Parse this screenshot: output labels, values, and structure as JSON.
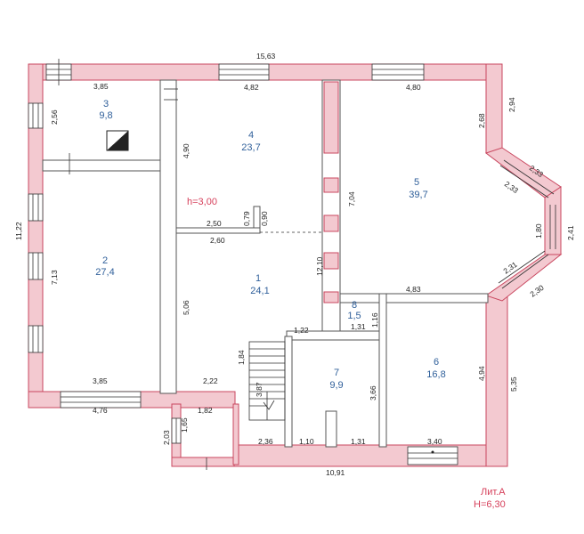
{
  "overall": {
    "width_top": "15,63",
    "width_bottom": "10,91",
    "height_left": "11,22",
    "height_inner": "12,10",
    "ceiling_note": "h=3,00"
  },
  "rooms": [
    {
      "id": "r1",
      "number": "1",
      "area": "24,1"
    },
    {
      "id": "r2",
      "number": "2",
      "area": "27,4"
    },
    {
      "id": "r3",
      "number": "3",
      "area": "9,8"
    },
    {
      "id": "r4",
      "number": "4",
      "area": "23,7"
    },
    {
      "id": "r5",
      "number": "5",
      "area": "39,7"
    },
    {
      "id": "r6",
      "number": "6",
      "area": "16,8"
    },
    {
      "id": "r7",
      "number": "7",
      "area": "9,9"
    },
    {
      "id": "r8",
      "number": "8",
      "area": "1,5"
    }
  ],
  "dimensions": {
    "d3_top": "3,85",
    "d3_side": "2,56",
    "d4_top": "4,82",
    "d4_side": "4,90",
    "d5_top": "4,80",
    "d5_side": "7,04",
    "d5_right": "2,68",
    "d5_outer": "2,94",
    "bay_a": "2,33",
    "bay_b": "2,33",
    "bay_mid": "1,80",
    "bay_outer": "2,41",
    "bay_c": "2,31",
    "bay_d": "2,30",
    "d5_bottom": "4,83",
    "d2_side": "7,13",
    "d2_bottom": "3,85",
    "d2_outer_bottom": "4,76",
    "d1_side": "5,06",
    "d1_top_a": "2,50",
    "d1_top_b": "2,60",
    "wall_079": "0,79",
    "wall_090": "0,90",
    "d8_side": "1,16",
    "d8_bottom": "1,31",
    "stair_a": "1,22",
    "stair_b": "1,84",
    "stair_c": "3,87",
    "stair_w": "2,22",
    "stair_bottom": "2,36",
    "porch_w": "1,82",
    "porch_h": "1,65",
    "porch_outer": "2,03",
    "d7_side": "3,66",
    "d7_b1": "1,10",
    "d7_b2": "1,31",
    "d6_side": "4,94",
    "d6_outer": "5,35",
    "d6_bottom": "3,40"
  },
  "stamp": {
    "line1": "Лит.А",
    "line2": "Н=6,30"
  }
}
